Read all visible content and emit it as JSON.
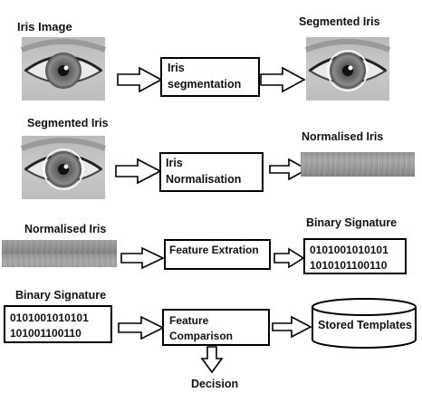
{
  "rows": [
    {
      "input_label": "Iris Image",
      "step_lines": [
        "Iris",
        "segmentation"
      ],
      "output_label": "Segmented Iris"
    },
    {
      "input_label": "Segmented Iris",
      "step_lines": [
        "Iris",
        "Normalisation"
      ],
      "output_label": "Normalised Iris"
    },
    {
      "input_label": "Normalised Iris",
      "step_lines": [
        "Feature Extration"
      ],
      "output_label": "Binary Signature",
      "output_code": [
        "0101001010101",
        "1010101100110"
      ]
    },
    {
      "input_label": "Binary Signature",
      "input_code": [
        "0101001010101",
        "101001100110"
      ],
      "step_lines": [
        "Feature",
        "Comparison"
      ],
      "output_store": "Stored Templates",
      "final_label": "Decision"
    }
  ]
}
